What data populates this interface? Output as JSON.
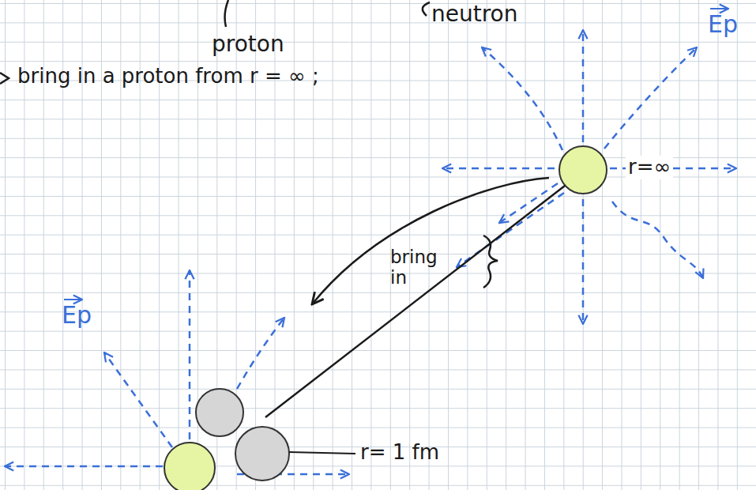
{
  "diagram": {
    "labels": [
      "proton",
      "neutron",
      "bring in a proton from r = ∞ ;",
      "bring in",
      "r=∞",
      "Ep",
      "Ep",
      "r= 1 fm"
    ]
  }
}
